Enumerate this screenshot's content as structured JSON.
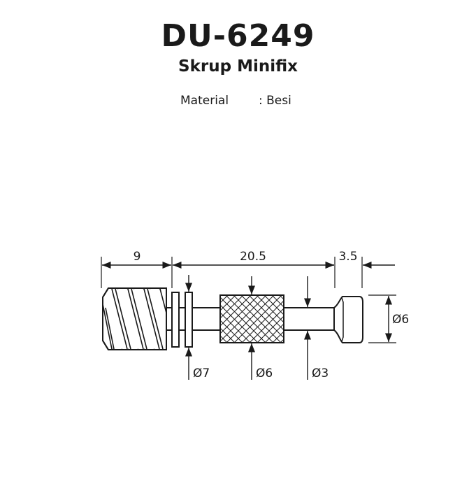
{
  "header": {
    "title": "DU-6249",
    "subtitle": "Skrup Minifix"
  },
  "spec": {
    "label": "Material",
    "value": ": Besi"
  },
  "dimensions": {
    "thread_length": "9",
    "shaft_length": "20.5",
    "head_length": "3.5",
    "head_diameter": "Ø6",
    "washer_diameter": "Ø7",
    "knurl_diameter": "Ø6",
    "neck_diameter": "Ø3"
  },
  "colors": {
    "line": "#1a1a1a",
    "body": "#ffffff"
  }
}
